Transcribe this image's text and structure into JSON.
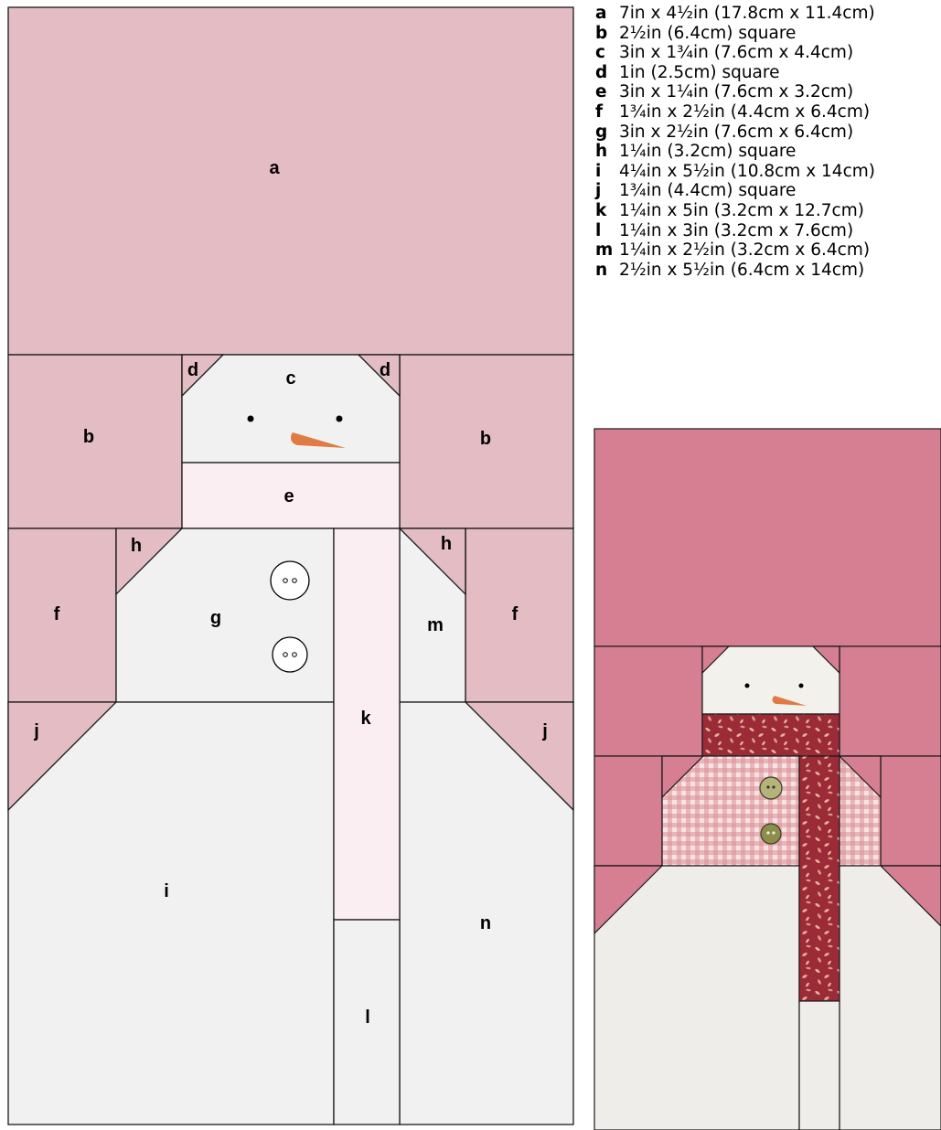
{
  "pieces": {
    "a": "a",
    "b": "b",
    "c": "c",
    "d": "d",
    "e": "e",
    "f": "f",
    "g": "g",
    "h": "h",
    "i": "i",
    "j": "j",
    "k": "k",
    "l": "l",
    "m": "m",
    "n": "n"
  },
  "cutting_list": [
    {
      "letter": "a",
      "dims": "7in x 4½in (17.8cm x 11.4cm)"
    },
    {
      "letter": "b",
      "dims": "2½in (6.4cm) square"
    },
    {
      "letter": "c",
      "dims": "3in x 1¾in (7.6cm x 4.4cm)"
    },
    {
      "letter": "d",
      "dims": "1in (2.5cm) square"
    },
    {
      "letter": "e",
      "dims": "3in x 1¼in (7.6cm x 3.2cm)"
    },
    {
      "letter": "f",
      "dims": "1¾in x 2½in (4.4cm x 6.4cm)"
    },
    {
      "letter": "g",
      "dims": "3in x 2½in (7.6cm x 6.4cm)"
    },
    {
      "letter": "h",
      "dims": "1¼in (3.2cm) square"
    },
    {
      "letter": "i",
      "dims": "4¼in x 5½in (10.8cm x 14cm)"
    },
    {
      "letter": "j",
      "dims": "1¾in (4.4cm) square"
    },
    {
      "letter": "k",
      "dims": "1¼in x 5in (3.2cm x 12.7cm)"
    },
    {
      "letter": "l",
      "dims": "1¼in x 3in (3.2cm x 7.6cm)"
    },
    {
      "letter": "m",
      "dims": "1¼in x 2½in (3.2cm x 6.4cm)"
    },
    {
      "letter": "n",
      "dims": "2½in x 5½in (6.4cm x 14cm)"
    }
  ],
  "colors": {
    "background_pink": "#e3bcc4",
    "snow_light": "#f1f1f1",
    "scarf_light": "#faeef2",
    "carrot": "#e07c43",
    "outline": "#1a1a1a",
    "photo_background": "#d67e92",
    "photo_snow": "#efede9",
    "photo_scarf": "#9c2b38",
    "photo_gingham": "#e9b2b5"
  }
}
